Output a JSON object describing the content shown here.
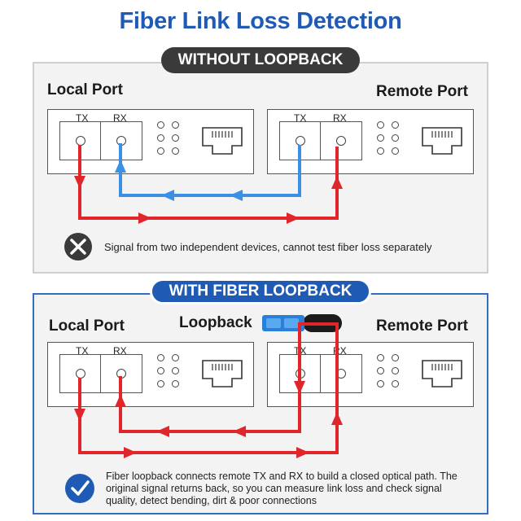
{
  "title": "Fiber Link Loss Detection",
  "section1": {
    "badge": "WITHOUT LOOPBACK",
    "local_label": "Local Port",
    "remote_label": "Remote Port",
    "note": "Signal from two independent devices, cannot test fiber loss separately",
    "status_icon": "x-icon"
  },
  "section2": {
    "badge": "WITH FIBER LOOPBACK",
    "local_label": "Local Port",
    "remote_label": "Remote Port",
    "loopback_label": "Loopback",
    "note_lines": [
      "Fiber loopback connects remote TX and RX to build a closed optical path. The",
      "original signal returns back, so you can measure link loss and check signal",
      "quality, detect bending, dirt & poor connections"
    ],
    "status_icon": "check-icon"
  },
  "ports": {
    "tx": "TX",
    "rx": "RX"
  },
  "colors": {
    "title": "#1f5bb5",
    "red": "#e0252b",
    "blue": "#3b8fe6",
    "dark": "#3a3a3a",
    "accent": "#2f6fc4"
  }
}
